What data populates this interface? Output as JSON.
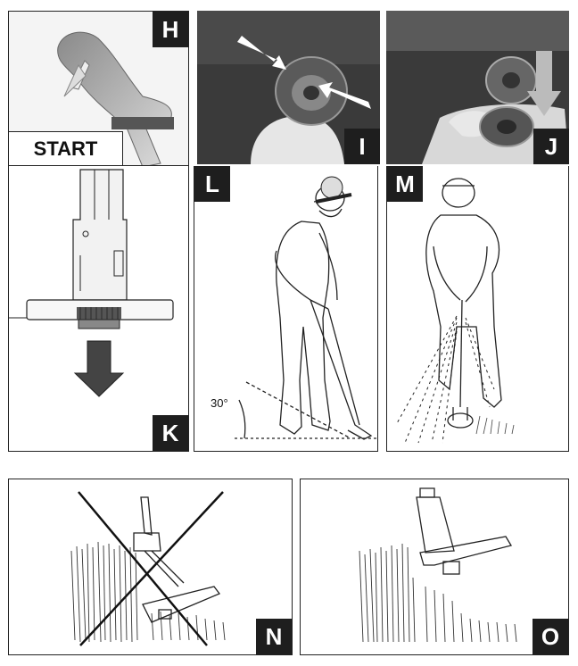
{
  "panels": {
    "h": {
      "label": "H",
      "caption": "START"
    },
    "i": {
      "label": "I"
    },
    "j": {
      "label": "J"
    },
    "k": {
      "label": "K"
    },
    "l": {
      "label": "L",
      "angle": "30°"
    },
    "m": {
      "label": "M"
    },
    "n": {
      "label": "N"
    },
    "o": {
      "label": "O"
    }
  },
  "colors": {
    "tag_bg": "#1e1e1e",
    "photo_bg": "#2a2a2a",
    "arrow_gray": "#bbbbbb"
  }
}
